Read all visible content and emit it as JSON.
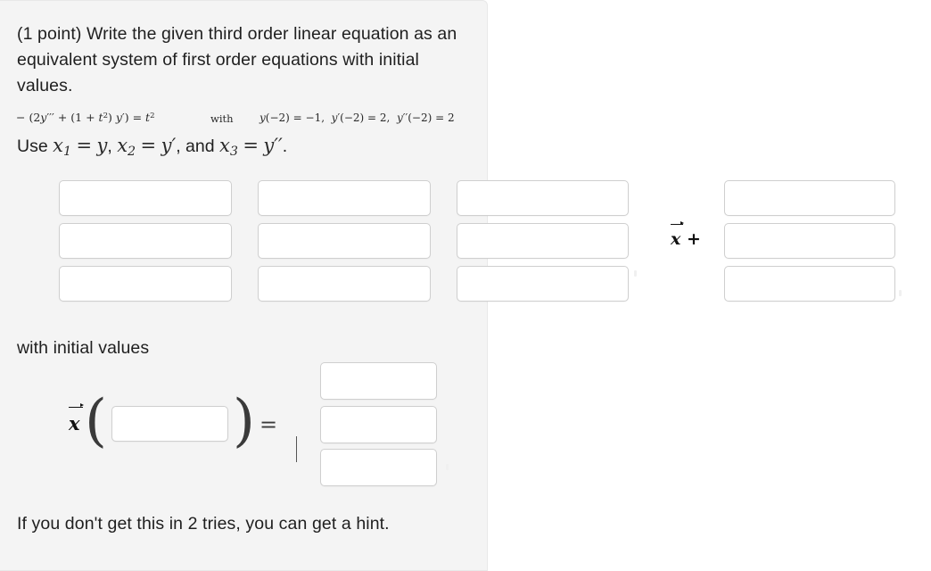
{
  "problem": {
    "statement": "(1 point) Write the given third order linear equation as an equivalent system of first order equations with initial values.",
    "differential_equation": "− (2y‴ + (1 + t²) y′) = t²",
    "with_word": "with",
    "initial_conditions": "y(−2) = −1,  y′(−2) = 2,  y″(−2) = 2",
    "substitution_instruction": "Use x₁ = y, x₂ = y′, and x₃ = y″.",
    "with_initial_values_label": "with initial values",
    "hint_text": "If you don't get this in 2 tries, you can get a hint.",
    "vector_plus_label": "x⃗ +",
    "equals_sign": "=",
    "paren_open": "(",
    "paren_close": ")",
    "x_vector_symbol": "x⃗"
  },
  "matrix_inputs": {
    "placeholder": "",
    "rows": [
      {
        "cells": [
          "",
          "",
          ""
        ],
        "rhs": ""
      },
      {
        "cells": [
          "",
          "",
          ""
        ],
        "rhs": ""
      },
      {
        "cells": [
          "",
          "",
          ""
        ],
        "rhs": ""
      }
    ]
  },
  "initial_value_inputs": {
    "argument": "",
    "placeholder": "",
    "values": [
      "",
      "",
      ""
    ]
  },
  "colors": {
    "panel_background": "#f4f4f4",
    "panel_border": "#e8e8e8",
    "page_background": "#ffffff",
    "input_border": "#cfcfcf",
    "input_background": "#ffffff",
    "text": "#1f1f1f",
    "math_text": "#2a2a2a"
  }
}
